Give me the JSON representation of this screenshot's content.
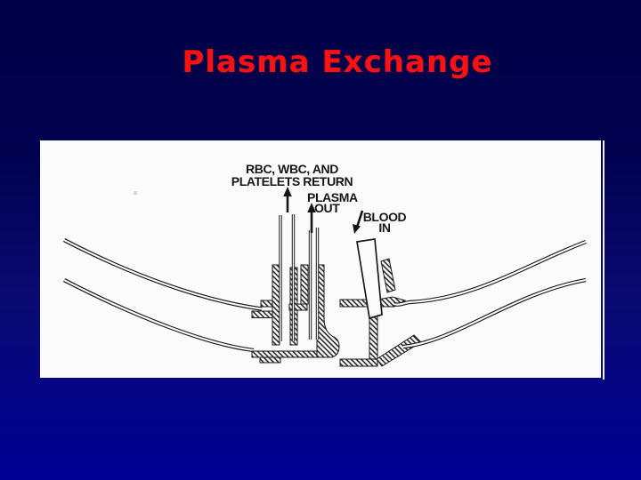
{
  "slide": {
    "title": "Plasma Exchange",
    "colors": {
      "background_top": "#000047",
      "background_bottom": "#000095",
      "title_red": "#fa1212",
      "figure_paper": "#fbfbfb",
      "diagram_ink": "#1b1b1b"
    }
  },
  "diagram": {
    "labels": {
      "return_line1": "RBC, WBC, AND",
      "return_line2": "PLATELETS RETURN",
      "plasma_line1": "PLASMA",
      "plasma_line2": "OUT",
      "blood_line1": "BLOOD",
      "blood_line2": "IN"
    }
  }
}
